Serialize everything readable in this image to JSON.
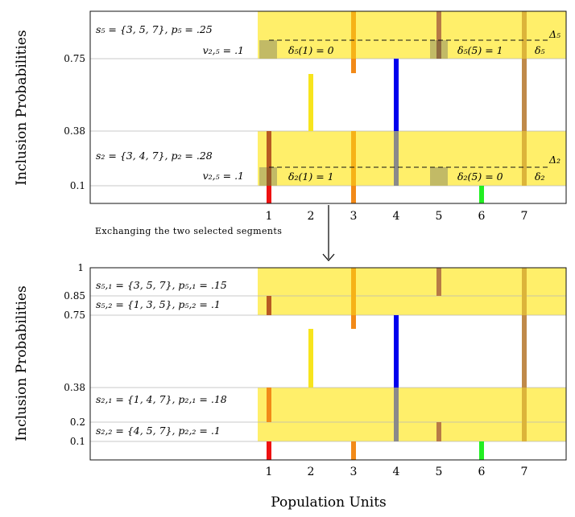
{
  "ylabel": "Inclusion Probabilities",
  "xlabel": "Population Units",
  "units": [
    "1",
    "2",
    "3",
    "4",
    "5",
    "6",
    "7"
  ],
  "transition": "Exchanging the two selected segments",
  "colors": {
    "highlight": "#ffef6a",
    "unit1": "#ee1111",
    "unit1_overlay": "#b85a22",
    "unit2": "#f7e41d",
    "unit3": "#f28a18",
    "unit3_overlay": "#f6b218",
    "unit4": "#0000ee",
    "unit4_overlay": "#8a8a8a",
    "unit5": "#b87a46",
    "unit6": "#22ee22",
    "unit7": "#c08a4a",
    "unit7_overlay": "#dcb43a",
    "delta_box": "#c2ba66"
  },
  "top": {
    "yticks": [
      "0.1",
      "0.38",
      "0.75"
    ],
    "s5_label": "s₅ = {3, 5, 7}, p₅ = .25",
    "s2_label": "s₂ = {3, 4, 7}, p₂ = .28",
    "v_upper": "v₂,₅ = .1",
    "v_lower": "v₂,₅ = .1",
    "delta5_1": "δ₅(1) = 0",
    "delta5_5": "δ₅(5) = 1",
    "delta5_tag": "δ₅",
    "Delta5": "Δ₅",
    "delta2_1": "δ₂(1) = 1",
    "delta2_5": "δ₂(5) = 0",
    "delta2_tag": "δ₂",
    "Delta2": "Δ₂"
  },
  "bottom": {
    "yticks": [
      "0.1",
      "0.2",
      "0.38",
      "0.75",
      "0.85",
      "1"
    ],
    "s51_label": "s₅,₁ = {3, 5, 7}, p₅,₁ = .15",
    "s52_label": "s₅,₂ = {1, 3, 5}, p₅,₂ = .1",
    "s21_label": "s₂,₁ = {1, 4, 7}, p₂,₁ = .18",
    "s22_label": "s₂,₂ = {4, 5, 7}, p₂,₂ = .1"
  }
}
